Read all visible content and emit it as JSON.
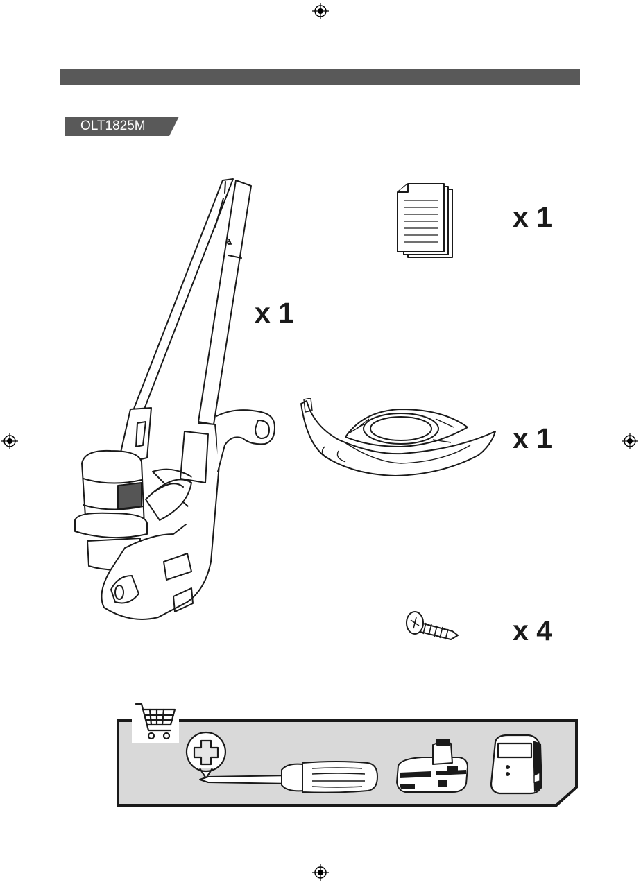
{
  "model": "OLT1825M",
  "parts": [
    {
      "name": "trimmer",
      "quantity": "x 1"
    },
    {
      "name": "manual",
      "quantity": "x 1"
    },
    {
      "name": "guard",
      "quantity": "x 1"
    },
    {
      "name": "screw",
      "quantity": "x 4"
    }
  ],
  "colors": {
    "header_bar": "#595959",
    "tools_panel_bg": "#d9d9d9",
    "line": "#1a1a1a"
  },
  "icons": [
    "registration-mark-icon",
    "shopping-cart-icon",
    "phillips-head-icon",
    "screwdriver-icon",
    "battery-icon",
    "charger-icon"
  ]
}
